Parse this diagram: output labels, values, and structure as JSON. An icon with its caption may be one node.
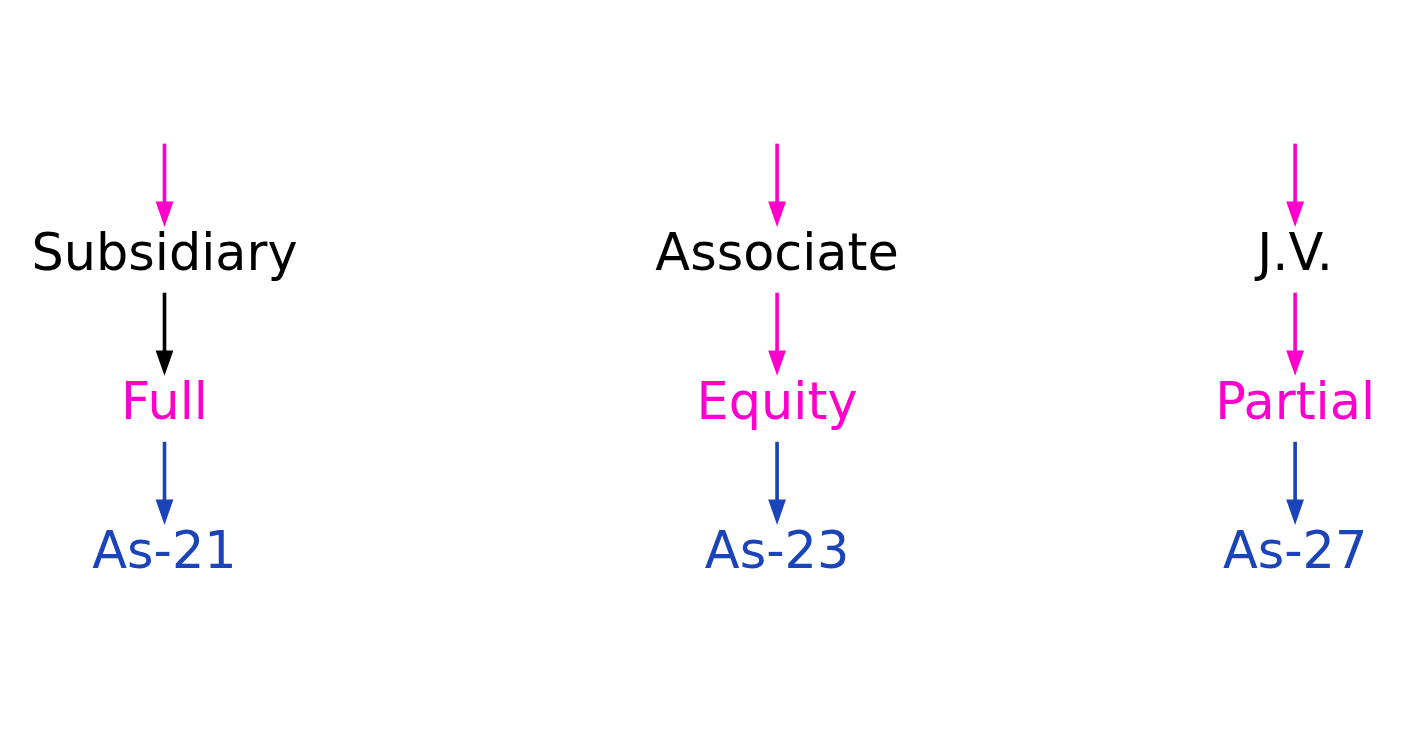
{
  "diagram": {
    "nodes": [
      {
        "text": [
          "Subsidiary"
        ]
      },
      {
        "text": [
          "Associate"
        ]
      },
      {
        "text": [
          "J.V."
        ]
      },
      {
        "text": [
          "Full"
        ]
      },
      {
        "text": [
          "Equity"
        ]
      },
      {
        "text": [
          "Partial"
        ]
      },
      {
        "text": [
          "As-21"
        ]
      },
      {
        "text": [
          "As-23"
        ]
      },
      {
        "text": [
          "As-27"
        ]
      }
    ],
    "edges": [
      {
        "from": null,
        "to": 0,
        "arrow": "to",
        "color": "#ff00cc"
      },
      {
        "from": null,
        "to": 1,
        "arrow": "to",
        "color": "#ff00cc"
      },
      {
        "from": null,
        "to": 2,
        "arrow": "to",
        "color": "#ff00cc"
      },
      {
        "from": 0,
        "to": 3,
        "arrow": "to",
        "color": "#000000"
      },
      {
        "from": 1,
        "to": 4,
        "arrow": "to",
        "color": "#ff00cc"
      },
      {
        "from": 2,
        "to": 5,
        "arrow": "to",
        "color": "#ff00cc"
      },
      {
        "from": 3,
        "to": 6,
        "arrow": "to",
        "color": "#1a44b8"
      },
      {
        "from": 4,
        "to": 7,
        "arrow": "to",
        "color": "#1a44b8"
      },
      {
        "from": 5,
        "to": 8,
        "arrow": "to",
        "color": "#1a44b8"
      }
    ]
  }
}
